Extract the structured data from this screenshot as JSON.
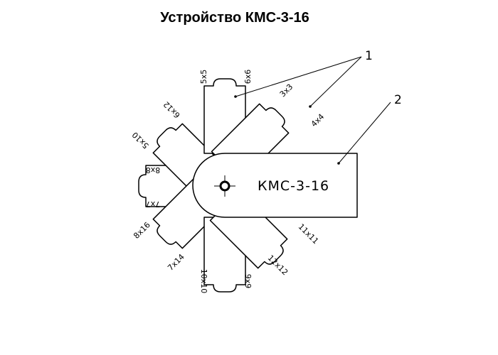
{
  "title": "Устройство КМС-3-16",
  "main_label": "КМС-3-16",
  "callouts": {
    "one": "1",
    "two": "2"
  },
  "blades": {
    "top": {
      "left": "5x5",
      "right": "6x6"
    },
    "top_left": {
      "a": "5x10",
      "b": "6x12"
    },
    "top_right": {
      "a": "3x3",
      "b": "4x4"
    },
    "left": {
      "a": "8x8",
      "b": "7x7"
    },
    "bottom_left": {
      "a": "8x16",
      "b": "7x14"
    },
    "bottom": {
      "a": "10x10",
      "b": "9x9"
    },
    "bottom_right": {
      "a": "11x11",
      "b": "12x12"
    }
  }
}
